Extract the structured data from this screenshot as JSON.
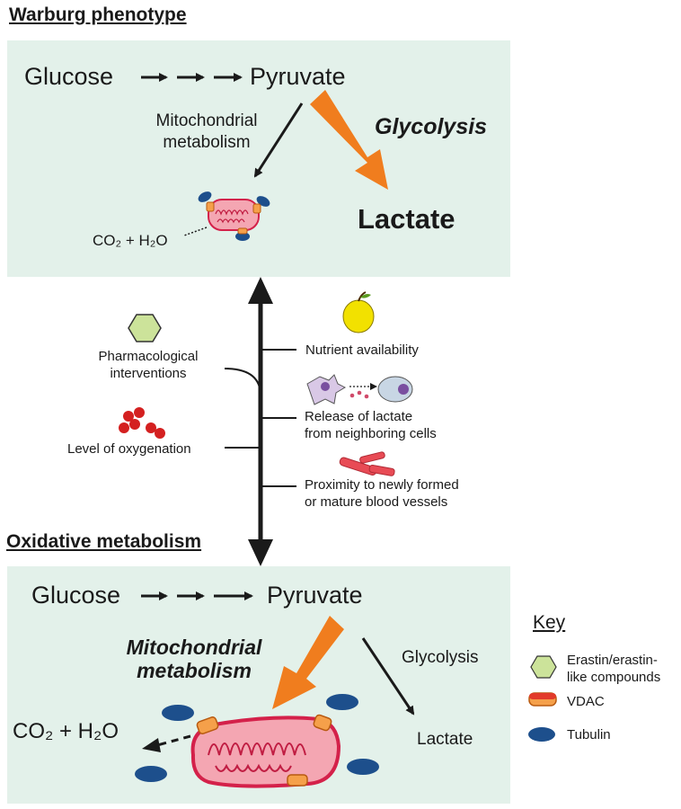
{
  "top": {
    "heading": "Warburg phenotype",
    "glucose": "Glucose",
    "pyruvate": "Pyruvate",
    "mito_label_line1": "Mitochondrial",
    "mito_label_line2": "metabolism",
    "glycolysis": "Glycolysis",
    "lactate": "Lactate",
    "co2_h2o": "CO₂ + H₂O"
  },
  "factors": {
    "left": [
      {
        "line1": "Pharmacological",
        "line2": "interventions",
        "icon": "erastin-hexagon-icon"
      },
      {
        "line1": "Level of oxygenation",
        "line2": "",
        "icon": "red-blood-cells-icon"
      }
    ],
    "right": [
      {
        "line1": "Nutrient availability",
        "line2": "",
        "icon": "apple-icon"
      },
      {
        "line1": "Release of lactate",
        "line2": "from neighboring cells",
        "icon": "cells-lactate-icon"
      },
      {
        "line1": "Proximity to newly formed",
        "line2": "or mature blood vessels",
        "icon": "blood-vessel-icon"
      }
    ]
  },
  "bottom": {
    "heading": "Oxidative metabolism",
    "glucose": "Glucose",
    "pyruvate": "Pyruvate",
    "mito_line1": "Mitochondrial",
    "mito_line2": "metabolism",
    "glycolysis": "Glycolysis",
    "lactate": "Lactate",
    "co2_h2o": "CO₂ + H₂O"
  },
  "key": {
    "title": "Key",
    "items": [
      {
        "label_line1": "Erastin/erastin-",
        "label_line2": "like compounds",
        "icon": "erastin-hexagon-icon"
      },
      {
        "label_line1": "VDAC",
        "label_line2": "",
        "icon": "vdac-icon"
      },
      {
        "label_line1": "Tubulin",
        "label_line2": "",
        "icon": "tubulin-icon"
      }
    ]
  },
  "colors": {
    "panel": "#e3f1ea",
    "orange_arrow": "#f07d1e",
    "mito_fill": "#f4a6b2",
    "mito_border": "#d4214a",
    "vdac": "#f5a04a",
    "tubulin": "#1d4f8c",
    "erastin": "#cce39a",
    "apple": "#f2e100",
    "blood_cell": "#d42020"
  }
}
